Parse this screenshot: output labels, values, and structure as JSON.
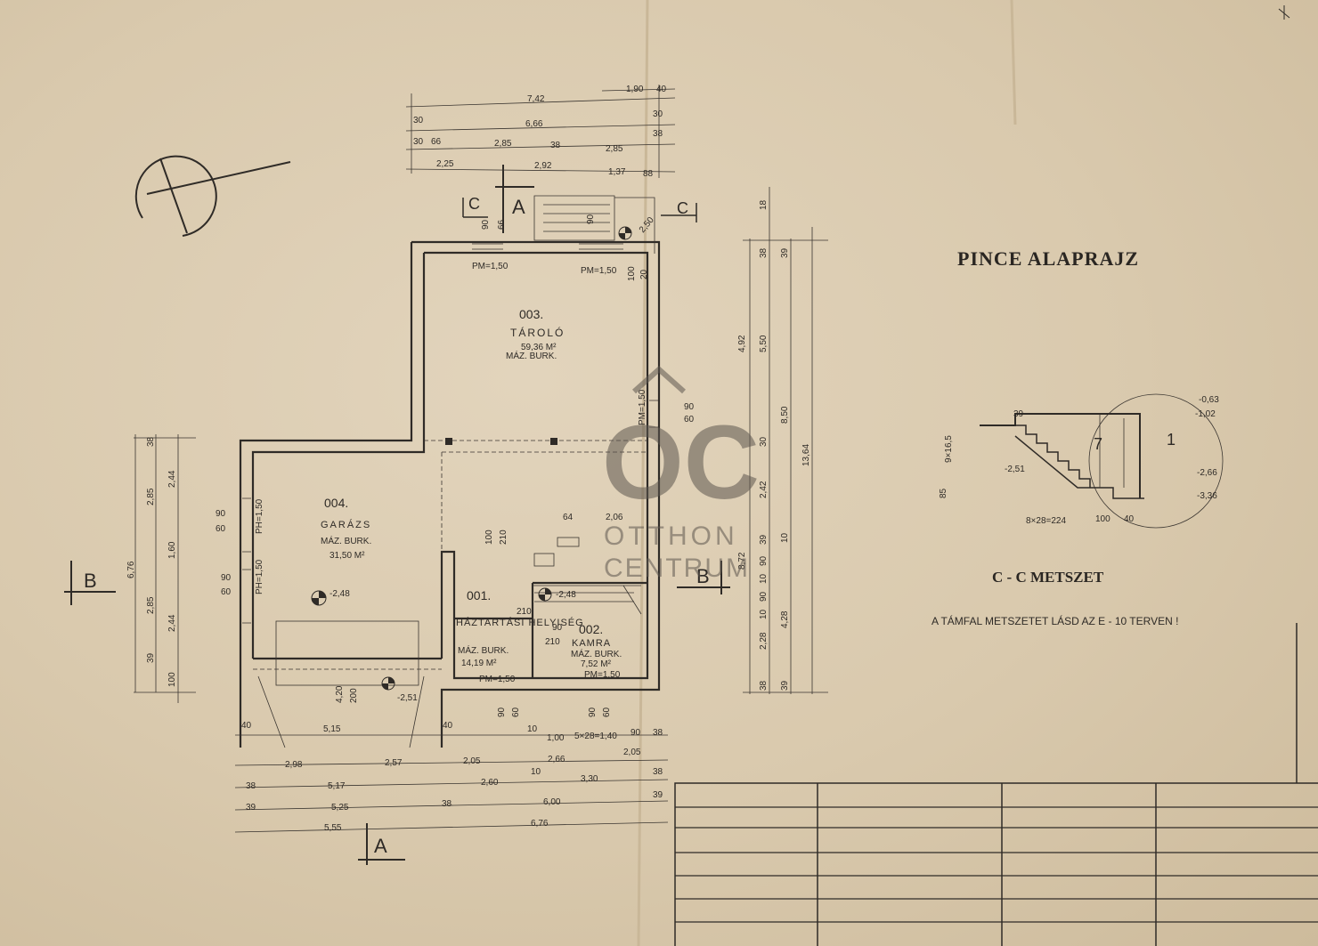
{
  "drawing": {
    "title": "PINCE ALAPRAJZ",
    "section_title": "C - C METSZET",
    "section_note": "A TÁMFAL METSZETET LÁSD AZ E - 10 TERVEN !",
    "section_labels": [
      "A",
      "A",
      "B",
      "B",
      "C",
      "C"
    ]
  },
  "rooms": [
    {
      "number": "003.",
      "name": "TÁROLÓ",
      "area": "59,36 M²",
      "finish": "MÁZ. BURK."
    },
    {
      "number": "004.",
      "name": "GARÁZS",
      "area": "31,50 M²",
      "finish": "MÁZ. BURK."
    },
    {
      "number": "001.",
      "name": "HÁZTARTÁSI HELYISÉG",
      "area": "14,19 M²",
      "finish": "MÁZ. BURK."
    },
    {
      "number": "002.",
      "name": "KAMRA",
      "area": "7,52 M²",
      "finish": "MÁZ. BURK."
    }
  ],
  "levels": [
    "-2,48",
    "-2,48",
    "-2,51",
    "-0,63",
    "-1,02",
    "-2,66",
    "-3,36",
    "-2,51"
  ],
  "window_labels": [
    "PM=1,50",
    "PM=1,50",
    "PM=1,50",
    "PM=1,50",
    "PH=1,50",
    "PH=1,50",
    "PM=1,50"
  ],
  "dimensions": {
    "top": [
      "7,42",
      "1,90",
      "40",
      "30",
      "6,66",
      "30",
      "30",
      "66",
      "2,85",
      "38",
      "2,85",
      "38",
      "2,25",
      "2,92",
      "1,37",
      "88"
    ],
    "bottom": [
      "40",
      "5,15",
      "40",
      "2,98",
      "2,57",
      "2,05",
      "2,66",
      "2,05",
      "38",
      "5,17",
      "2,60",
      "3,30",
      "38",
      "39",
      "5,25",
      "38",
      "6,00",
      "39",
      "5,55",
      "6,76",
      "10",
      "1,00",
      "5×28=1,40",
      "90",
      "38",
      "10",
      "4,20",
      "200",
      "90",
      "60",
      "90",
      "60"
    ],
    "left": [
      "38",
      "2,85",
      "2,44",
      "6,76",
      "1,60",
      "2,85",
      "2,44",
      "39",
      "100",
      "90",
      "60",
      "90",
      "60"
    ],
    "right": [
      "18",
      "38",
      "39",
      "4,92",
      "5,50",
      "8,50",
      "13,64",
      "30",
      "2,42",
      "8,72",
      "39",
      "10",
      "90",
      "10",
      "90",
      "10",
      "4,28",
      "2,28",
      "38",
      "39",
      "90",
      "60"
    ],
    "interior": [
      "90",
      "66",
      "90",
      "100",
      "20",
      "2,50",
      "64",
      "2,06",
      "100",
      "210",
      "210",
      "90",
      "210"
    ],
    "section": [
      "39",
      "9×16,5",
      "85",
      "8×28=224",
      "100",
      "40",
      "7",
      "1"
    ]
  },
  "watermark": {
    "lines": [
      "OTTHON",
      "CENTRUM"
    ],
    "logo": "OC"
  },
  "title_block": {
    "rows": 8,
    "columns": 4
  }
}
